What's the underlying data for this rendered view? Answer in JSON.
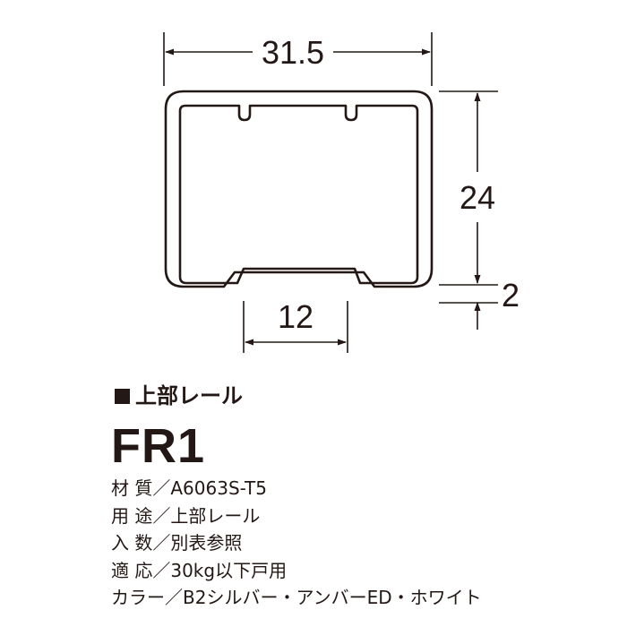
{
  "diagram": {
    "dimensions": {
      "width": "31.5",
      "height": "24",
      "bottom_thickness": "2",
      "opening": "12"
    },
    "line_color": "#231815"
  },
  "section_label": "上部レール",
  "section_marker_icon": "black-square",
  "model": "FR1",
  "specs": [
    {
      "label": "材 質／",
      "value": "A6063S-T5"
    },
    {
      "label": "用 途／",
      "value": "上部レール"
    },
    {
      "label": "入 数／",
      "value": "別表参照"
    },
    {
      "label": "適 応／",
      "value": "30kg以下戸用"
    },
    {
      "label": "カラー／",
      "value": "B2シルバー・アンバーED・ホワイト"
    }
  ]
}
